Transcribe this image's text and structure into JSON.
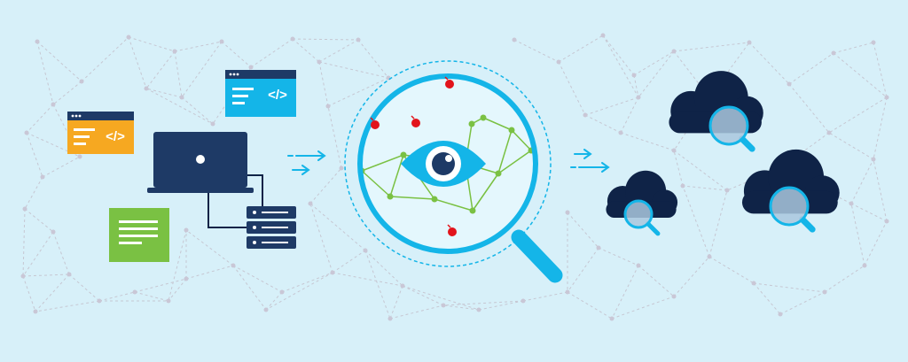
{
  "theme": {
    "background": "#d7f0f9",
    "network_line": "#c6c7d2",
    "node": "#c9c7d6",
    "navy": "#1e3a66",
    "dark_navy": "#0f2347",
    "cyan": "#14b5e8",
    "orange": "#f6a821",
    "green": "#7ac143",
    "red": "#e2141b",
    "lens_fill": "#e4f7fd",
    "white": "#ffffff"
  },
  "code_windows": [
    {
      "name": "code-window-orange",
      "color": "orange",
      "symbol": "</>"
    },
    {
      "name": "code-window-blue",
      "color": "cyan",
      "symbol": "</>"
    }
  ],
  "document": {
    "name": "document-icon",
    "color": "green"
  },
  "devices": [
    "laptop-icon",
    "server-stack-icon"
  ],
  "flow_arrows": [
    "arrow-left",
    "arrow-right"
  ],
  "magnifier": {
    "icon": "magnifying-glass-icon",
    "focus": "eye-icon",
    "threats": 4
  },
  "clouds": [
    {
      "name": "cloud-search-icon-top"
    },
    {
      "name": "cloud-search-icon-left"
    },
    {
      "name": "cloud-search-icon-right"
    }
  ]
}
